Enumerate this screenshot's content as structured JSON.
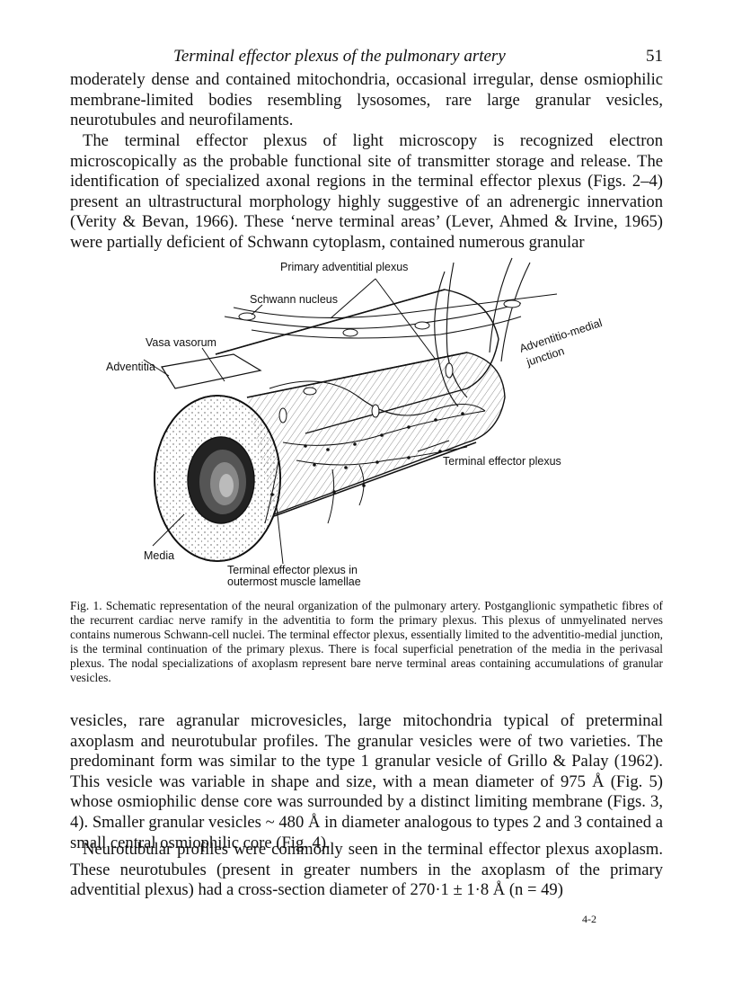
{
  "header": {
    "running_title": "Terminal effector plexus of the pulmonary artery",
    "page_number": "51"
  },
  "paragraphs": {
    "p1": "moderately dense and contained mitochondria, occasional irregular, dense osmiophilic membrane-limited bodies resembling lysosomes, rare large granular vesicles, neurotubules and neurofilaments.",
    "p2": "The terminal effector plexus of light microscopy is recognized electron microscopically as the probable functional site of transmitter storage and release. The identification of specialized axonal regions in the terminal effector plexus (Figs. 2–4) present an ultrastructural morphology highly suggestive of an adrenergic innervation (Verity & Bevan, 1966). These ‘nerve terminal areas’ (Lever, Ahmed & Irvine, 1965) were partially deficient of Schwann cytoplasm, contained numerous granular",
    "p3": "vesicles, rare agranular microvesicles, large mitochondria typical of preterminal axoplasm and neurotubular profiles. The granular vesicles were of two varieties. The predominant form was similar to the type 1 granular vesicle of Grillo & Palay (1962). This vesicle was variable in shape and size, with a mean diameter of 975 Å (Fig. 5) whose osmiophilic dense core was surrounded by a distinct limiting membrane (Figs. 3, 4). Smaller granular vesicles ~ 480 Å in diameter analogous to types 2 and 3 contained a small central osmiophilic core (Fig. 4).",
    "p4": "Neurotubular profiles were commonly seen in the terminal effector plexus axoplasm. These neurotubules (present in greater numbers in the axoplasm of the primary adventitial plexus) had a cross-section diameter of 270·1 ± 1·8 Å (n = 49)"
  },
  "figure": {
    "labels": {
      "primary_adventitial_plexus": "Primary adventitial plexus",
      "schwann_nucleus": "Schwann nucleus",
      "vasa_vasorum": "Vasa vasorum",
      "adventitia": "Adventitia",
      "adventitio_medial_junction_line1": "Adventitio-medial",
      "adventitio_medial_junction_line2": "junction",
      "terminal_effector_plexus": "Terminal effector plexus",
      "media": "Media",
      "terminal_effector_plexus_in_line1": "Terminal effector plexus in",
      "terminal_effector_plexus_in_line2": "outermost muscle lamellae"
    },
    "caption": "Fig. 1. Schematic representation of the neural organization of the pulmonary artery. Postganglionic sympathetic fibres of the recurrent cardiac nerve ramify in the adventitia to form the primary plexus. This plexus of unmyelinated nerves contains numerous Schwann-cell nuclei. The terminal effector plexus, essentially limited to the adventitio-medial junction, is the terminal continuation of the primary plexus. There is focal superficial penetration of the media in the perivasal plexus. The nodal specializations of axoplasm represent bare nerve terminal areas containing accumulations of granular vesicles."
  },
  "footer": {
    "signature": "4-2"
  }
}
